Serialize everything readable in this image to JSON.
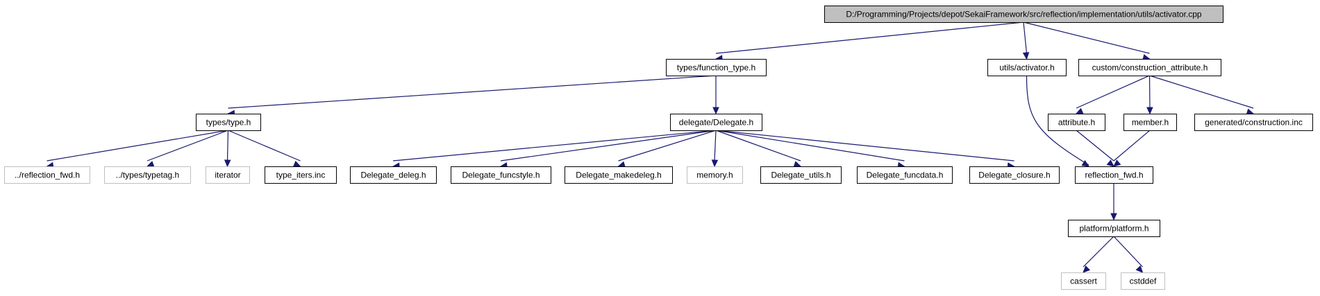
{
  "graph": {
    "edge_color": "#191970",
    "root_fill": "#bfbfbf",
    "external_stroke": "#bfbfbf",
    "nodes": [
      {
        "id": "root",
        "label": "D:/Programming/Projects/depot/SekaiFramework/src/reflection/implementation/utils/activator.cpp",
        "kind": "root"
      },
      {
        "id": "function_type",
        "label": "types/function_type.h",
        "kind": "local"
      },
      {
        "id": "utils_activator",
        "label": "utils/activator.h",
        "kind": "local"
      },
      {
        "id": "construction_attribute",
        "label": "custom/construction_attribute.h",
        "kind": "local"
      },
      {
        "id": "types_type",
        "label": "types/type.h",
        "kind": "local"
      },
      {
        "id": "delegate",
        "label": "delegate/Delegate.h",
        "kind": "local"
      },
      {
        "id": "attribute",
        "label": "attribute.h",
        "kind": "local"
      },
      {
        "id": "member",
        "label": "member.h",
        "kind": "local"
      },
      {
        "id": "generated_construction",
        "label": "generated/construction.inc",
        "kind": "local"
      },
      {
        "id": "rel_reflection_fwd",
        "label": "../reflection_fwd.h",
        "kind": "external"
      },
      {
        "id": "rel_typetag",
        "label": "../types/typetag.h",
        "kind": "external"
      },
      {
        "id": "iterator",
        "label": "iterator",
        "kind": "external"
      },
      {
        "id": "type_iters",
        "label": "type_iters.inc",
        "kind": "local"
      },
      {
        "id": "delegate_deleg",
        "label": "Delegate_deleg.h",
        "kind": "local"
      },
      {
        "id": "delegate_funcstyle",
        "label": "Delegate_funcstyle.h",
        "kind": "local"
      },
      {
        "id": "delegate_makedeleg",
        "label": "Delegate_makedeleg.h",
        "kind": "local"
      },
      {
        "id": "memory",
        "label": "memory.h",
        "kind": "external"
      },
      {
        "id": "delegate_utils",
        "label": "Delegate_utils.h",
        "kind": "local"
      },
      {
        "id": "delegate_funcdata",
        "label": "Delegate_funcdata.h",
        "kind": "local"
      },
      {
        "id": "delegate_closure",
        "label": "Delegate_closure.h",
        "kind": "local"
      },
      {
        "id": "reflection_fwd",
        "label": "reflection_fwd.h",
        "kind": "local"
      },
      {
        "id": "platform",
        "label": "platform/platform.h",
        "kind": "local"
      },
      {
        "id": "cassert",
        "label": "cassert",
        "kind": "external"
      },
      {
        "id": "cstddef",
        "label": "cstddef",
        "kind": "external"
      }
    ],
    "edges": [
      [
        "root",
        "function_type"
      ],
      [
        "root",
        "utils_activator"
      ],
      [
        "root",
        "construction_attribute"
      ],
      [
        "function_type",
        "types_type"
      ],
      [
        "function_type",
        "delegate"
      ],
      [
        "types_type",
        "rel_reflection_fwd"
      ],
      [
        "types_type",
        "rel_typetag"
      ],
      [
        "types_type",
        "iterator"
      ],
      [
        "types_type",
        "type_iters"
      ],
      [
        "delegate",
        "delegate_deleg"
      ],
      [
        "delegate",
        "delegate_funcstyle"
      ],
      [
        "delegate",
        "delegate_makedeleg"
      ],
      [
        "delegate",
        "memory"
      ],
      [
        "delegate",
        "delegate_utils"
      ],
      [
        "delegate",
        "delegate_funcdata"
      ],
      [
        "delegate",
        "delegate_closure"
      ],
      [
        "utils_activator",
        "reflection_fwd"
      ],
      [
        "construction_attribute",
        "attribute"
      ],
      [
        "construction_attribute",
        "member"
      ],
      [
        "construction_attribute",
        "generated_construction"
      ],
      [
        "attribute",
        "reflection_fwd"
      ],
      [
        "member",
        "reflection_fwd"
      ],
      [
        "reflection_fwd",
        "platform"
      ],
      [
        "platform",
        "cassert"
      ],
      [
        "platform",
        "cstddef"
      ]
    ]
  }
}
